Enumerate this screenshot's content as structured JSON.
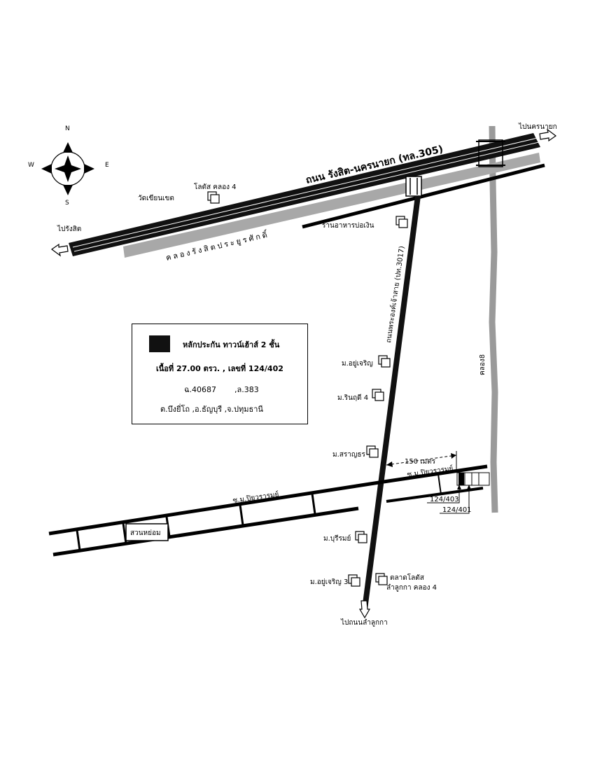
{
  "compass": {
    "n": "N",
    "s": "S",
    "e": "E",
    "w": "W"
  },
  "roads": {
    "main": "ถนน รังสิต-นครนายก (ทล.305)",
    "side": "ถนนพระองค์เจ้าสาย (ปท.3017)",
    "soi_left": "ซ.ม.ปิยวรารมย์",
    "soi_right": "ซ.ม.ปิยวรารมย์"
  },
  "canals": {
    "main": "คลองรังสิตประยูรศักดิ์",
    "side": "คลอง8"
  },
  "directions": {
    "to_rangsit": "ไปรังสิต",
    "to_nakhon_nayok": "ไปนครนายก",
    "to_lamlukka": "ไปถนนลำลูกกา"
  },
  "landmarks": {
    "wat": "วัดเขียนเขต",
    "lotus_klong4": "โลตัส คลอง 4",
    "restaurant": "ร้านอาหารบ่อเงิน",
    "m_yucharoen": "ม.อยู่เจริญ",
    "m_rinrudee": "ม.รินฤดี 4",
    "m_saranthorn": "ม.สราญธร",
    "m_burirom": "ม.บุรีรมย์",
    "m_yucharoen3": "ม.อยู่เจริญ 3",
    "lotus_market_l1": "ตลาดโลตัส",
    "lotus_market_l2": "ลำลูกกา คลอง 4",
    "park": "สวนหย่อม"
  },
  "distance": "150 เมตร",
  "plots": {
    "p403": "124/403",
    "p401": "124/401"
  },
  "info": {
    "title": "หลักประกัน ทาวน์เฮ้าส์ 2 ชั้น",
    "area": "เนื้อที่ 27.00 ตรว. , เลขที่ 124/402",
    "deed": "ฉ.40687",
    "land_no": ",ล.383",
    "location": "ต.บึงยี่โถ   ,อ.ธัญบุรี   ,จ.ปทุมธานี"
  }
}
